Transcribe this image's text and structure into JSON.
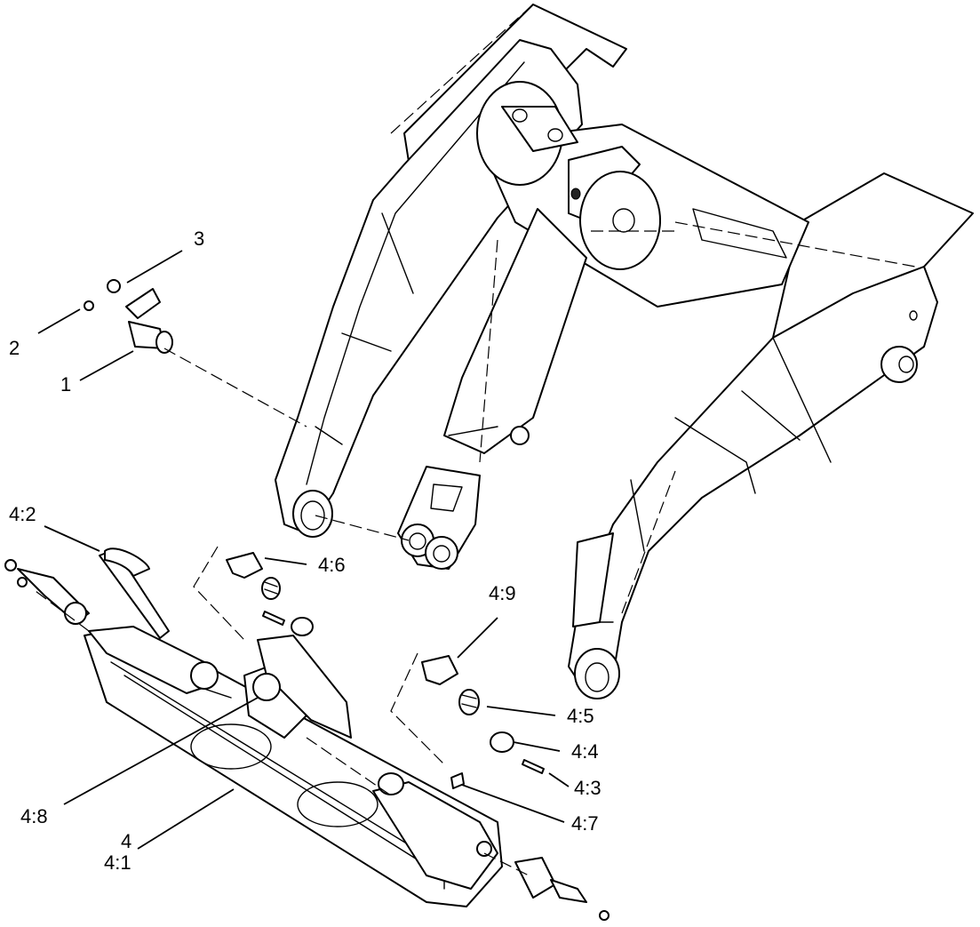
{
  "callouts": {
    "c1": "1",
    "c2": "2",
    "c3": "3",
    "c4": "4",
    "c4_1": "4:1",
    "c4_2": "4:2",
    "c4_3": "4:3",
    "c4_4": "4:4",
    "c4_5": "4:5",
    "c4_6": "4:6",
    "c4_7": "4:7",
    "c4_8": "4:8",
    "c4_9": "4:9"
  },
  "colors": {
    "line": "#000000",
    "background": "#ffffff"
  }
}
